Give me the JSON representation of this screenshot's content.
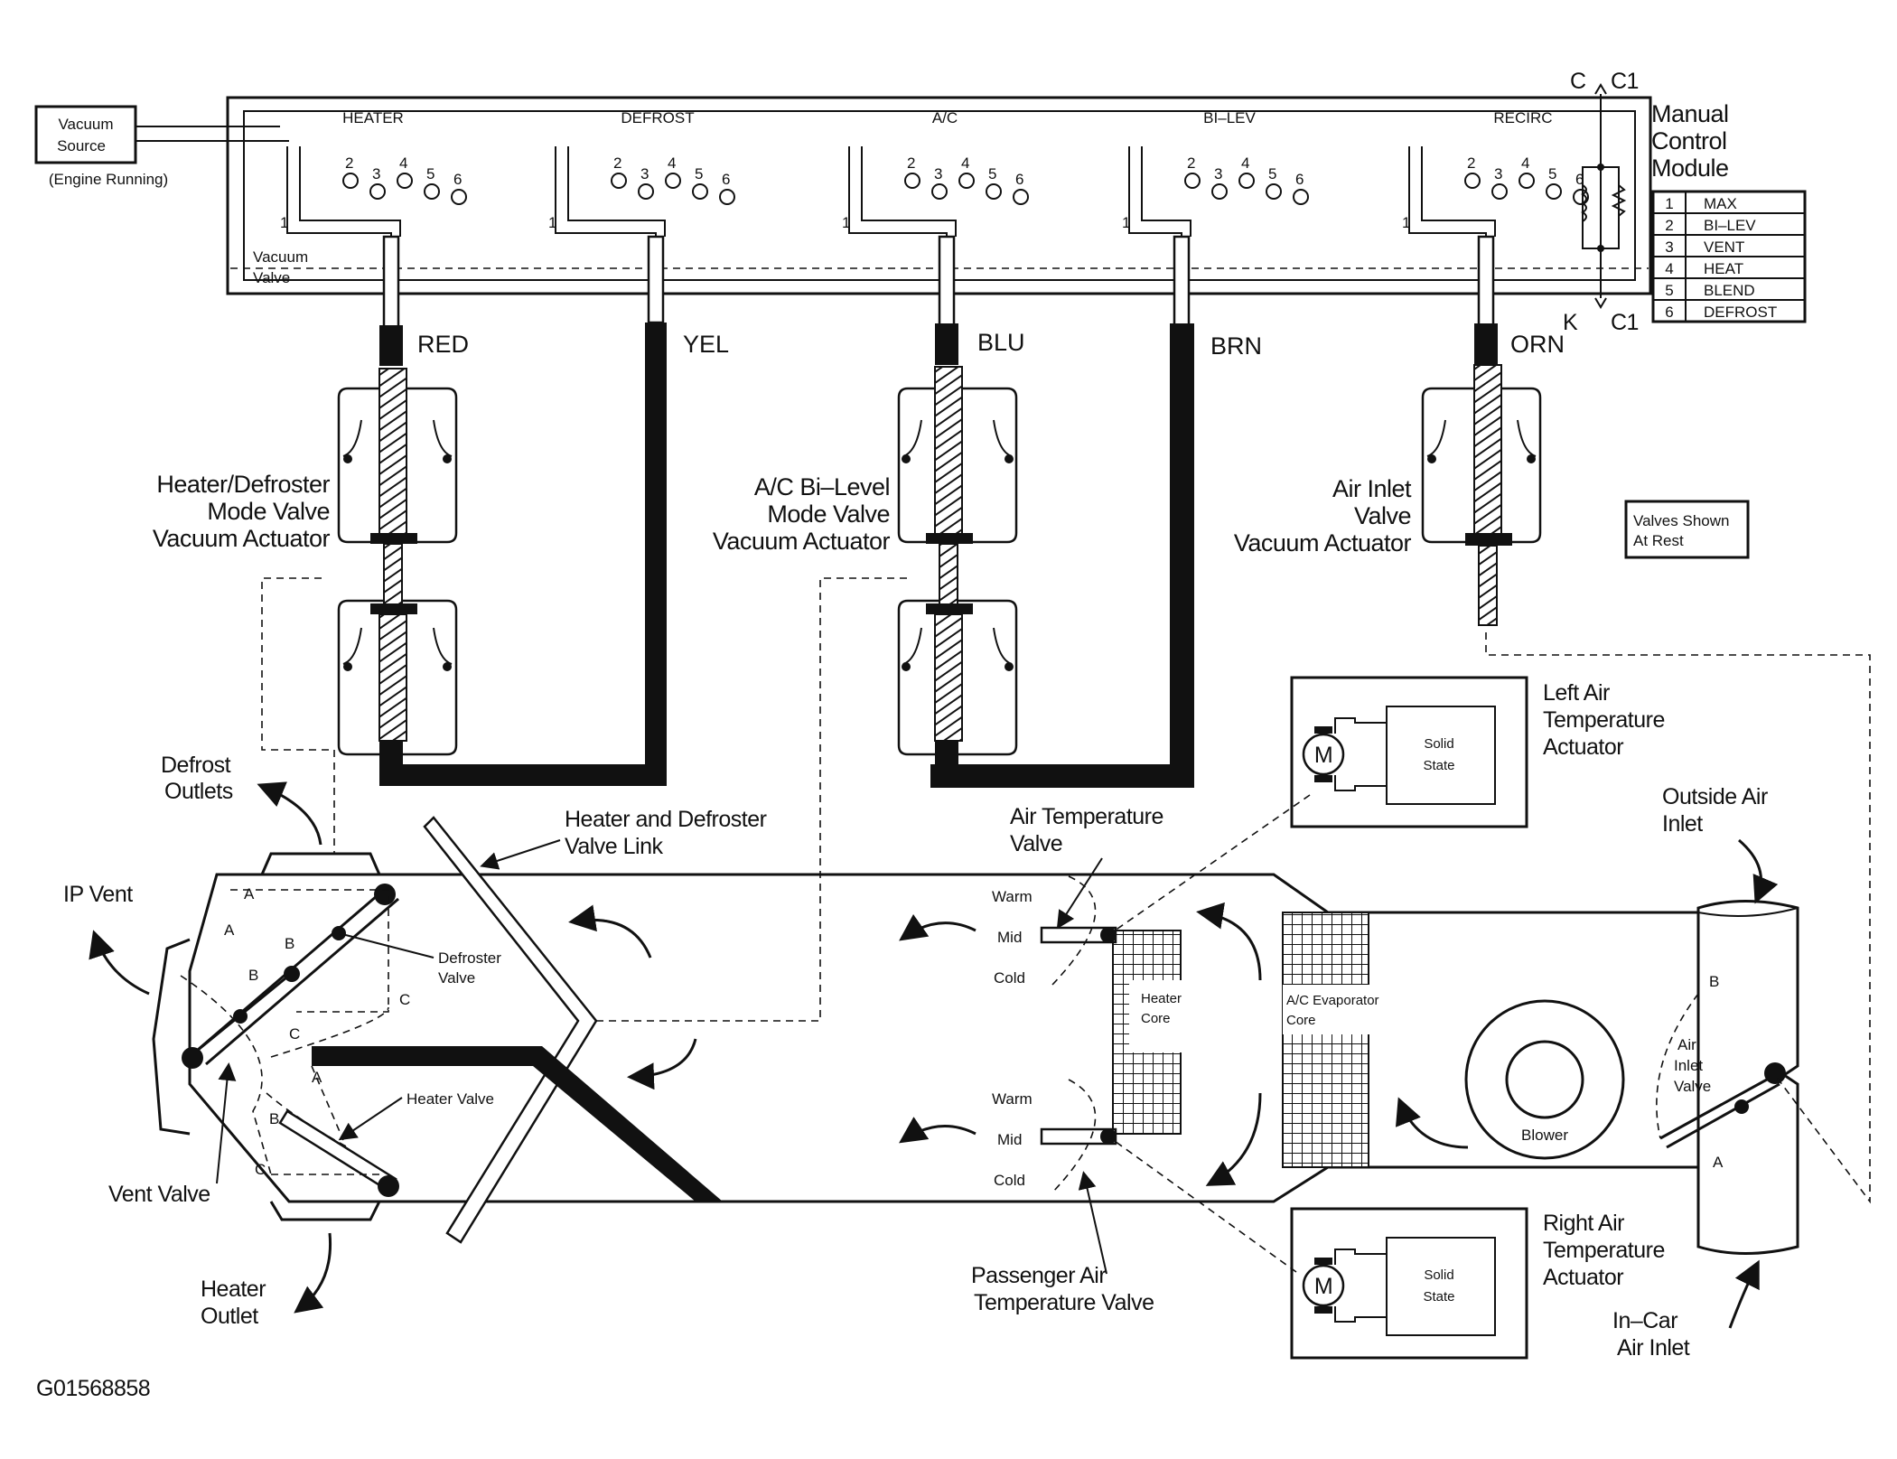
{
  "vacuum_source": {
    "line1": "Vacuum",
    "line2": "Source",
    "note": "(Engine Running)"
  },
  "module": {
    "title": [
      "Manual",
      "Control",
      "Module"
    ],
    "sections": [
      "HEATER",
      "DEFROST",
      "A/C",
      "BI–LEV",
      "RECIRC"
    ],
    "port_numbers": [
      "1",
      "2",
      "3",
      "4",
      "5",
      "6"
    ],
    "vacuum_valve": [
      "Vacuum",
      "Valve"
    ],
    "connector_top": [
      "C",
      "C1"
    ],
    "connector_bottom": [
      "K",
      "C1"
    ],
    "legend": [
      {
        "num": "1",
        "label": "MAX"
      },
      {
        "num": "2",
        "label": "BI–LEV"
      },
      {
        "num": "3",
        "label": "VENT"
      },
      {
        "num": "4",
        "label": "HEAT"
      },
      {
        "num": "5",
        "label": "BLEND"
      },
      {
        "num": "6",
        "label": "DEFROST"
      }
    ]
  },
  "hoses": [
    "RED",
    "YEL",
    "BLU",
    "BRN",
    "ORN"
  ],
  "actuators": {
    "heater_defroster": [
      "Heater/Defroster",
      "Mode Valve",
      "Vacuum Actuator"
    ],
    "ac_bilevel": [
      "A/C Bi–Level",
      "Mode Valve",
      "Vacuum Actuator"
    ],
    "air_inlet": [
      "Air Inlet",
      "Valve",
      "Vacuum Actuator"
    ]
  },
  "valves_note": [
    "Valves Shown",
    "At Rest"
  ],
  "left_temp_actuator": {
    "title": [
      "Left Air",
      "Temperature",
      "Actuator"
    ],
    "motor": "M",
    "box": [
      "Solid",
      "State"
    ]
  },
  "right_temp_actuator": {
    "title": [
      "Right Air",
      "Temperature",
      "Actuator"
    ],
    "motor": "M",
    "box": [
      "Solid",
      "State"
    ]
  },
  "labels": {
    "defrost_outlets": [
      "Defrost",
      "Outlets"
    ],
    "ip_vent": "IP Vent",
    "heater_defroster_link": [
      "Heater and Defroster",
      "Valve Link"
    ],
    "defroster_valve": [
      "Defroster",
      "Valve"
    ],
    "heater_valve": "Heater Valve",
    "vent_valve": "Vent Valve",
    "heater_outlet": [
      "Heater",
      "Outlet"
    ],
    "air_temp_valve": [
      "Air Temperature",
      "Valve"
    ],
    "passenger_air_temp_valve": [
      "Passenger Air",
      "Temperature Valve"
    ],
    "heater_core": [
      "Heater",
      "Core"
    ],
    "evaporator_core": [
      "A/C Evaporator",
      "Core"
    ],
    "blower": "Blower",
    "air_inlet_valve": [
      "Air",
      "Inlet",
      "Valve"
    ],
    "outside_air_inlet": [
      "Outside Air",
      "Inlet"
    ],
    "in_car_air_inlet": [
      "In–Car",
      "Air Inlet"
    ],
    "warm": "Warm",
    "mid": "Mid",
    "cold": "Cold",
    "pos_a": "A",
    "pos_b": "B",
    "pos_c": "C"
  },
  "figure_id": "G01568858"
}
